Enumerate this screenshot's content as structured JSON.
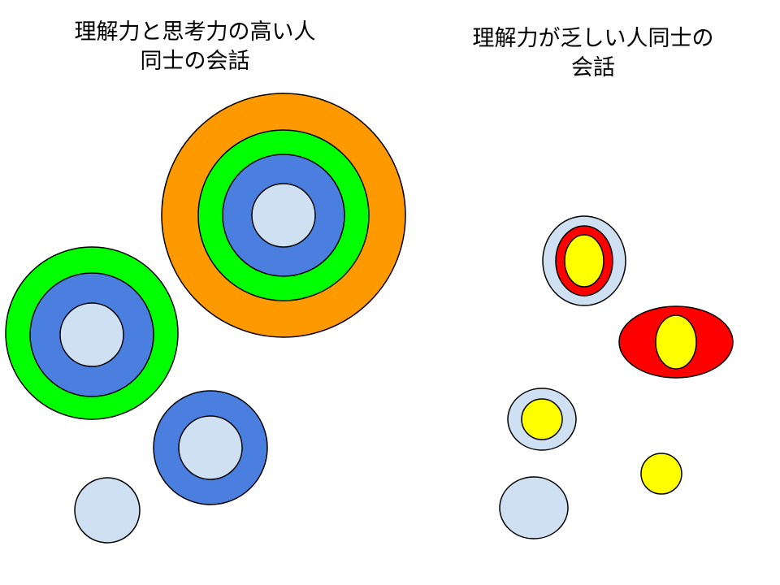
{
  "colors": {
    "orange": "#FF9900",
    "green": "#00FF00",
    "blue": "#4A7FE0",
    "light_blue": "#CFE0F2",
    "red": "#FF0000",
    "yellow": "#FFFF00",
    "outline": "#000000",
    "background": "#FFFFFF"
  },
  "left_panel": {
    "title_line1": "理解力と思考力の高い人",
    "title_line2": "同士の会話",
    "figures": [
      {
        "name": "large-ring-figure",
        "layers": [
          "orange",
          "green",
          "blue",
          "light_blue"
        ]
      },
      {
        "name": "medium-ring-figure",
        "layers": [
          "green",
          "blue",
          "light_blue"
        ]
      },
      {
        "name": "small-ring-figure",
        "layers": [
          "blue",
          "light_blue"
        ]
      },
      {
        "name": "single-circle-figure",
        "layers": [
          "light_blue"
        ]
      }
    ]
  },
  "right_panel": {
    "title_line1": "理解力が乏しい人同士の",
    "title_line2": "会話",
    "figures": [
      {
        "name": "oval-ring-figure",
        "layers": [
          "light_blue",
          "red",
          "yellow"
        ]
      },
      {
        "name": "red-ellipse-figure",
        "layers": [
          "red",
          "yellow"
        ]
      },
      {
        "name": "yellow-in-blue-figure",
        "layers": [
          "light_blue",
          "yellow"
        ]
      },
      {
        "name": "lone-yellow-figure",
        "layers": [
          "yellow"
        ]
      },
      {
        "name": "lone-light-blue-figure",
        "layers": [
          "light_blue"
        ]
      }
    ]
  }
}
